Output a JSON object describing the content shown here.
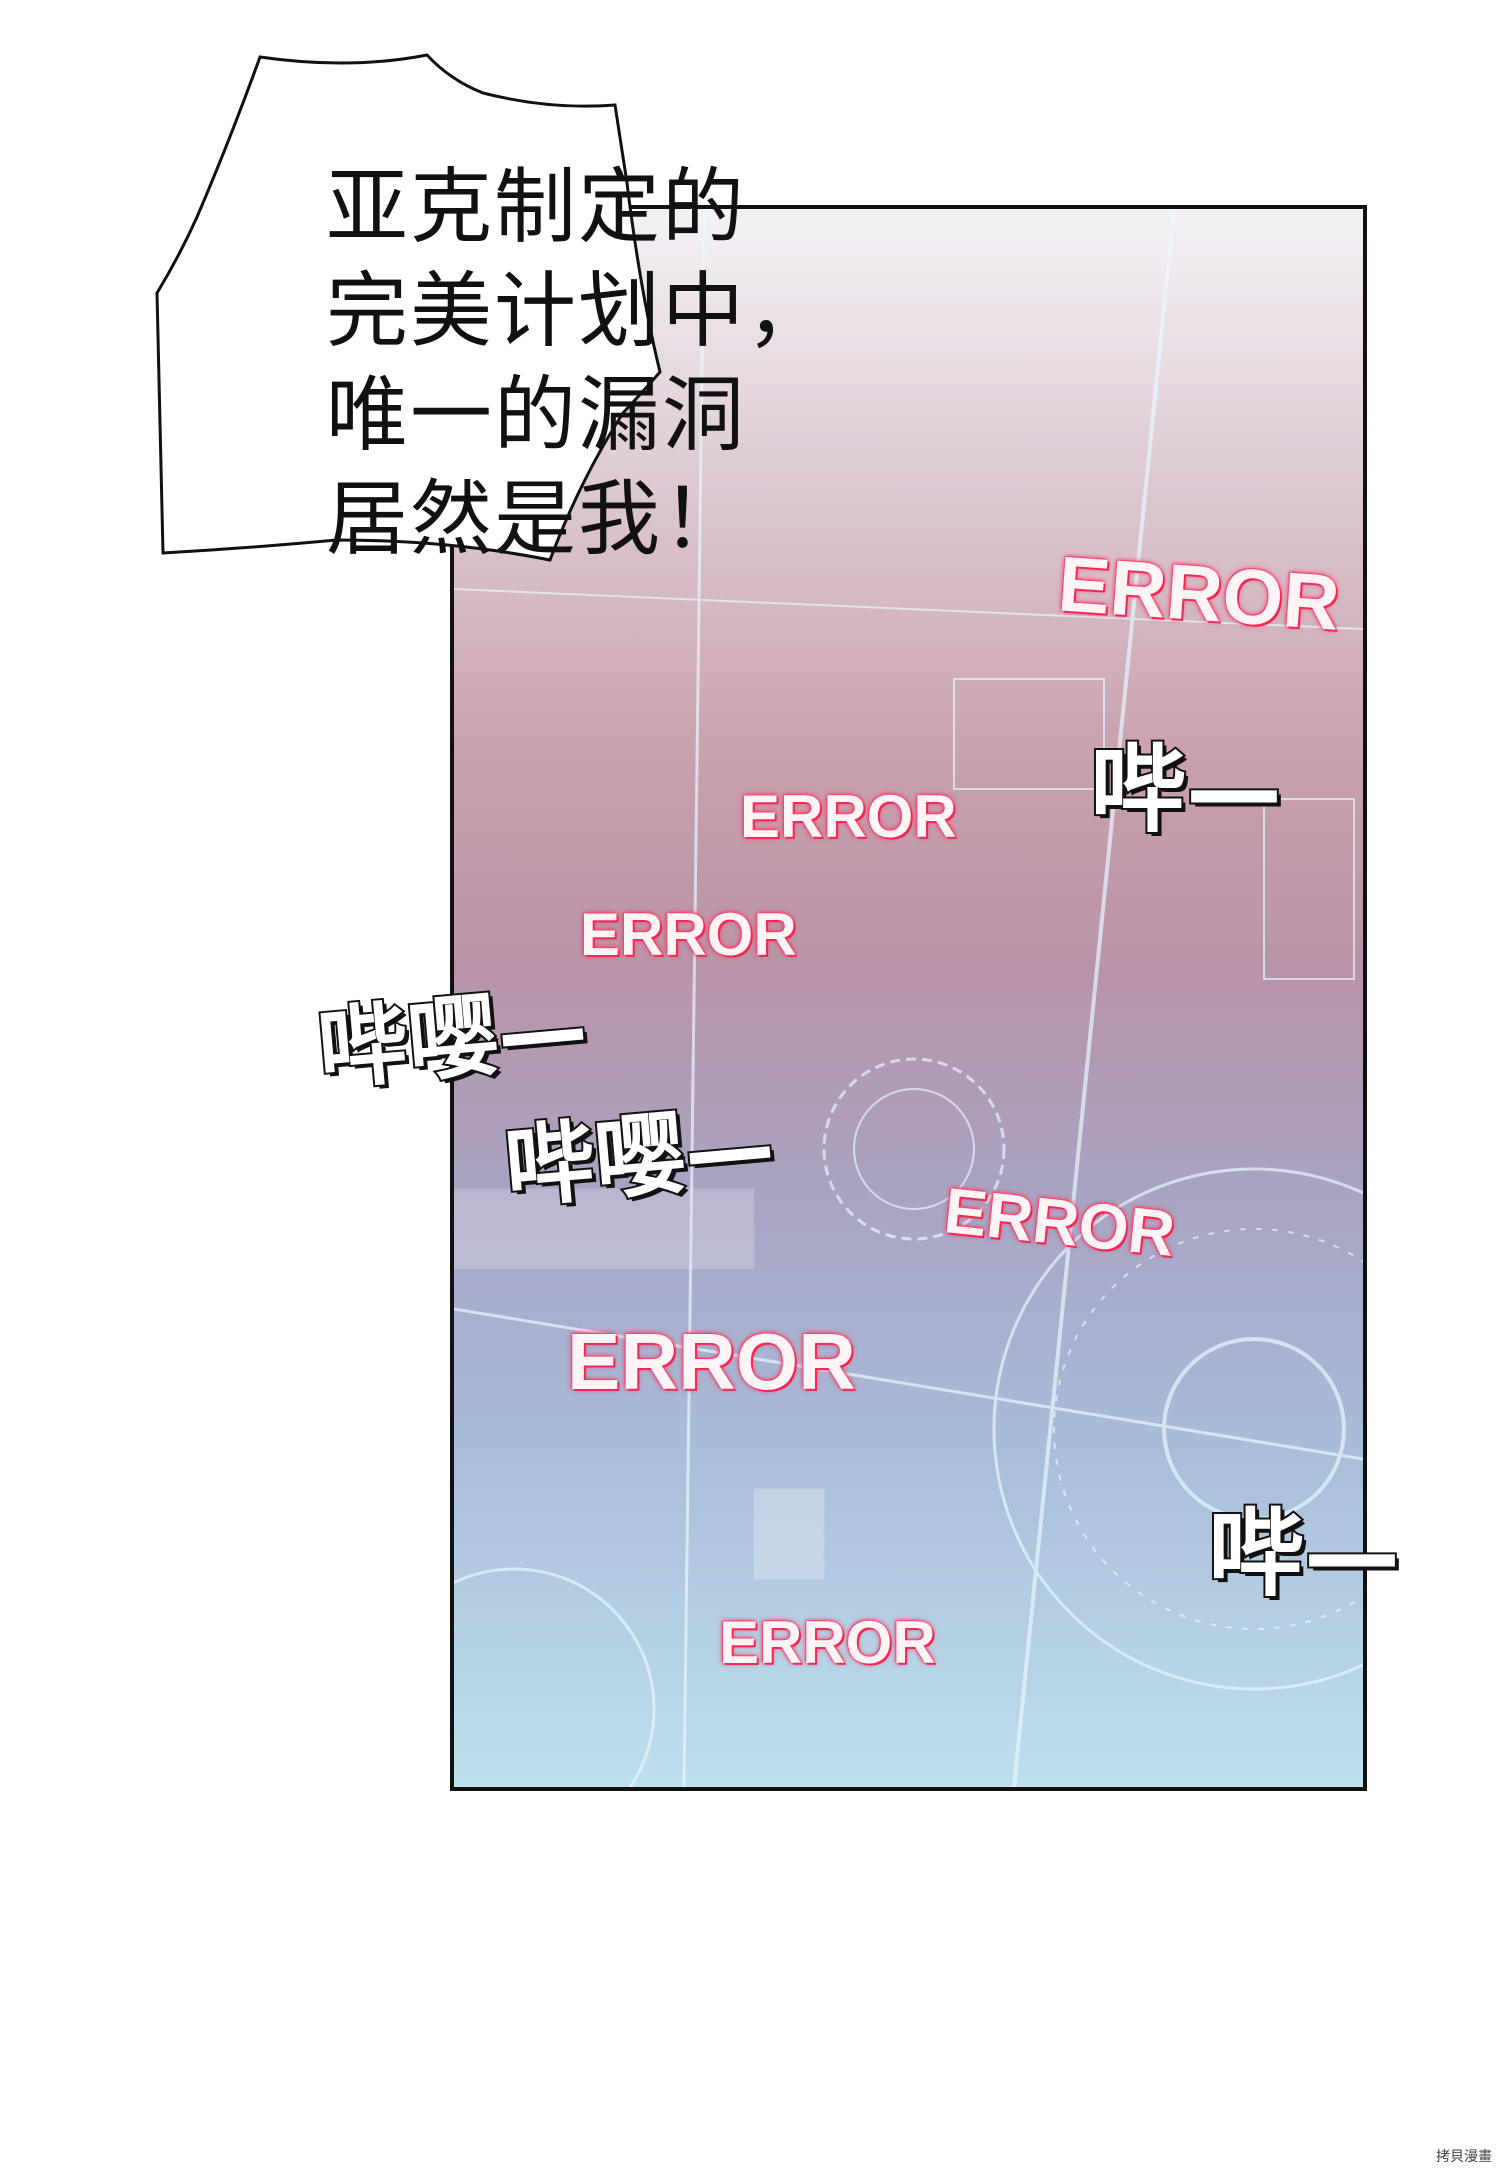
{
  "speech_bubble": {
    "lines": [
      "亚克制定的",
      "完美计划中，",
      "唯一的漏洞",
      "居然是我！"
    ]
  },
  "sound_effects": {
    "errors": [
      "ERROR",
      "ERROR",
      "ERROR",
      "ERROR",
      "ERROR",
      "ERROR"
    ],
    "beep_short": [
      "哔—",
      "哔—"
    ],
    "beep_long": [
      "哔嘤—",
      "哔嘤—"
    ]
  },
  "watermark": "拷貝漫畫",
  "colors": {
    "error_glow": "#ff2d5a",
    "panel_border": "#111111"
  }
}
